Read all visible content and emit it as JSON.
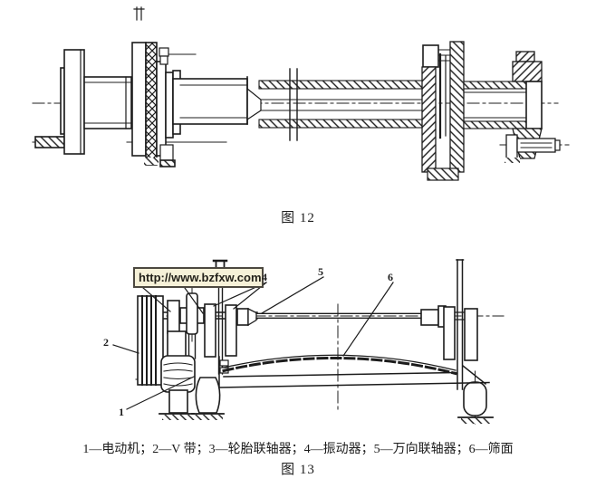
{
  "page": {
    "background": "#ffffff",
    "ink": "#1c1c1c"
  },
  "watermark": {
    "url": "http://www.bzfxw.com",
    "bg": "#f6f1d8",
    "border_color": "#4c4840",
    "text_color": "#23211a"
  },
  "figure12": {
    "caption": "图 12"
  },
  "figure13": {
    "caption": "图 13",
    "legend": "1—电动机；2—V 带；3—轮胎联轴器；4—振动器；5—万向联轴器；6—筛面",
    "labels": [
      {
        "id": "1"
      },
      {
        "id": "2"
      },
      {
        "id": "4"
      },
      {
        "id": "5"
      },
      {
        "id": "6"
      }
    ],
    "legend_items": [
      {
        "num": "1",
        "name": "电动机"
      },
      {
        "num": "2",
        "name": "V 带"
      },
      {
        "num": "3",
        "name": "轮胎联轴器"
      },
      {
        "num": "4",
        "name": "振动器"
      },
      {
        "num": "5",
        "name": "万向联轴器"
      },
      {
        "num": "6",
        "name": "筛面"
      }
    ]
  }
}
